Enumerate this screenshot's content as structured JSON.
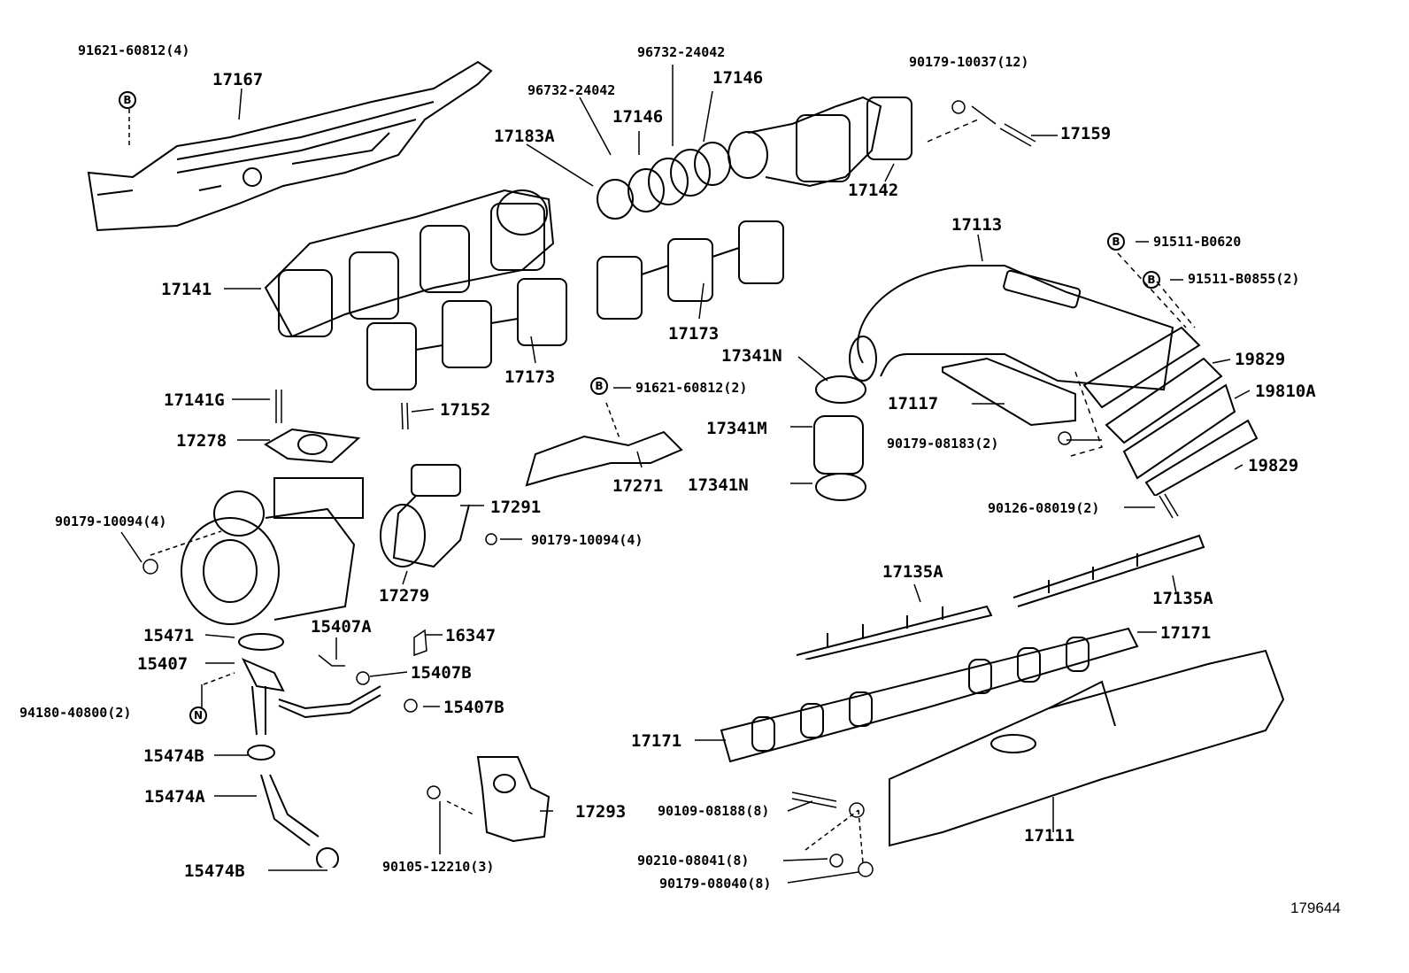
{
  "parts": {
    "p91621_60812_4": "91621-60812(4)",
    "p17167": "17167",
    "p96732_24042_a": "96732-24042",
    "p96732_24042_b": "96732-24042",
    "p17146_a": "17146",
    "p17146_b": "17146",
    "p17183A": "17183A",
    "p90179_10037_12": "90179-10037(12)",
    "p17159": "17159",
    "p17142": "17142",
    "p17113": "17113",
    "p91511_B0620": "91511-B0620",
    "p91511_B0855_2": "91511-B0855(2)",
    "p17141": "17141",
    "p17173_a": "17173",
    "p17173_b": "17173",
    "p17341N_a": "17341N",
    "p19829_a": "19829",
    "p19810A": "19810A",
    "p17117": "17117",
    "p17141G": "17141G",
    "p17152": "17152",
    "p91621_60812_2": "91621-60812(2)",
    "p17341M": "17341M",
    "p90179_08183_2": "90179-08183(2)",
    "p17278": "17278",
    "p17271": "17271",
    "p17341N_b": "17341N",
    "p19829_b": "19829",
    "p17291": "17291",
    "p90126_08019_2": "90126-08019(2)",
    "p90179_10094_4_a": "90179-10094(4)",
    "p90179_10094_4_b": "90179-10094(4)",
    "p17279": "17279",
    "p17135A_a": "17135A",
    "p17135A_b": "17135A",
    "p15407A": "15407A",
    "p15471": "15471",
    "p16347": "16347",
    "p17171_a": "17171",
    "p15407": "15407",
    "p15407B_a": "15407B",
    "p15407B_b": "15407B",
    "p94180_40800_2": "94180-40800(2)",
    "p17171_b": "17171",
    "p15474B_a": "15474B",
    "p15474A": "15474A",
    "p17293": "17293",
    "p90109_08188_8": "90109-08188(8)",
    "p17111": "17111",
    "p90210_08041_8": "90210-08041(8)",
    "p15474B_b": "15474B",
    "p90105_12210_3": "90105-12210(3)",
    "p90179_08040_8": "90179-08040(8)"
  },
  "markers": {
    "b": "B",
    "n": "N"
  },
  "figure_number": "179644"
}
